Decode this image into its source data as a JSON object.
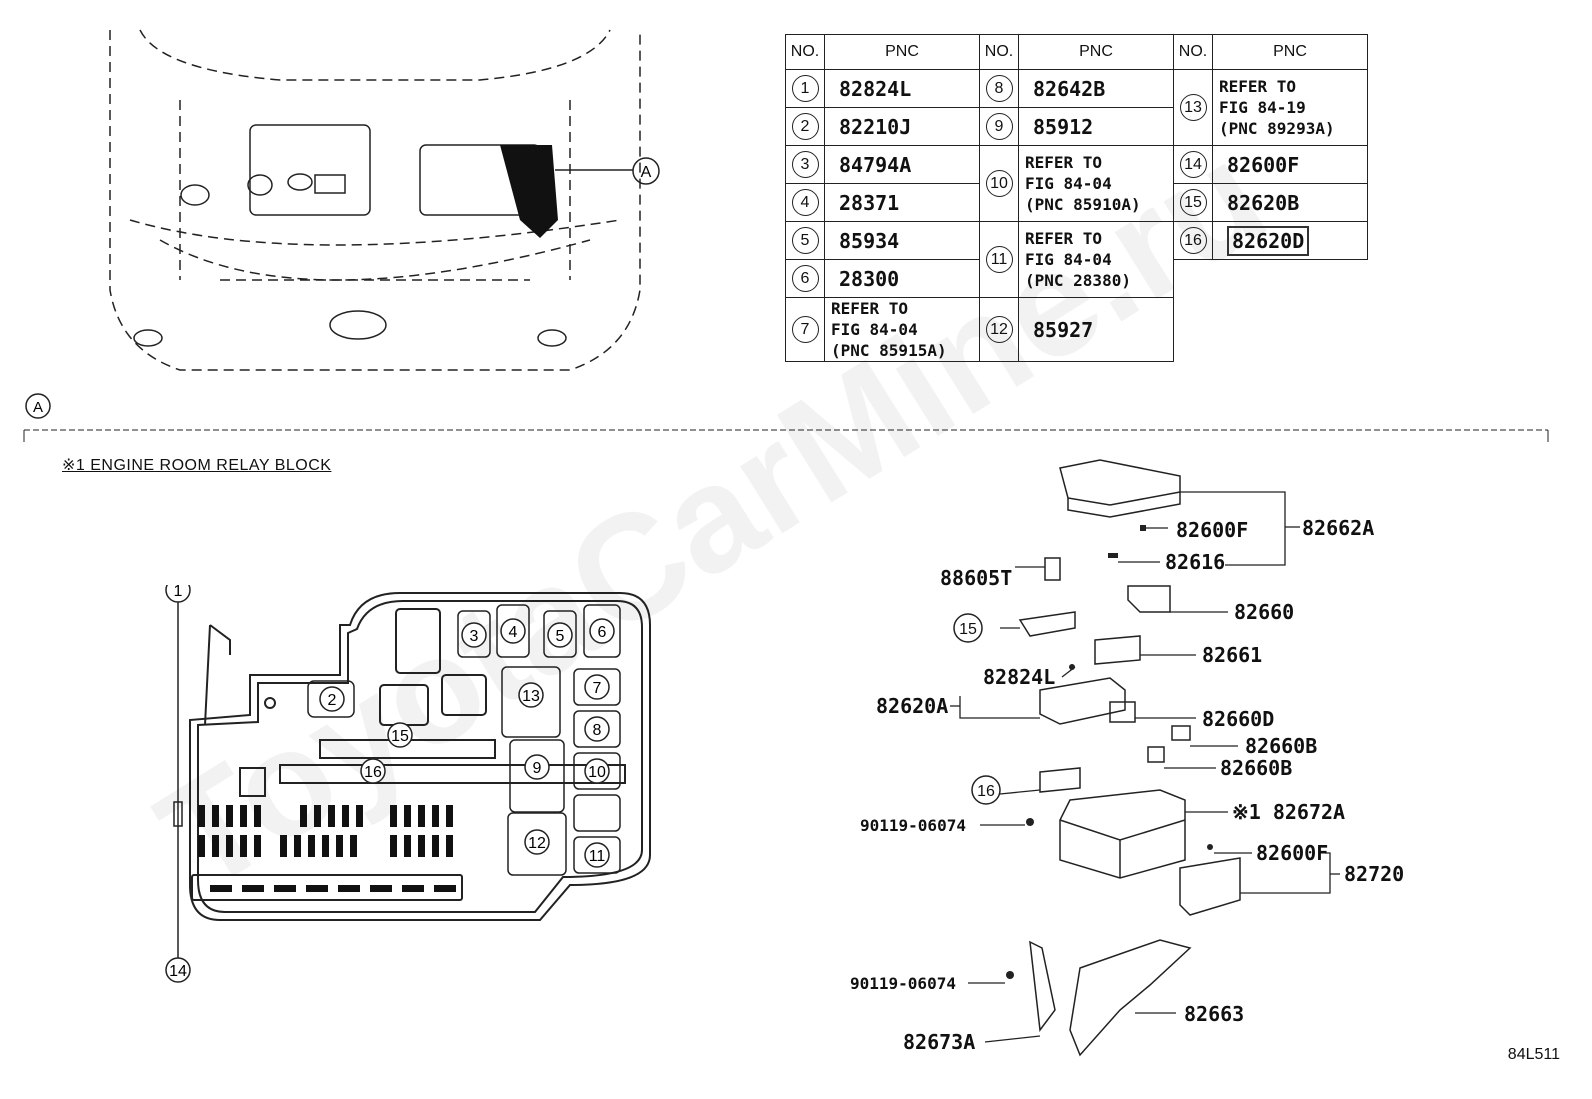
{
  "watermark": "ToyotaCarMine.ru",
  "view_ref": "A",
  "section_title": "※1 ENGINE ROOM RELAY BLOCK",
  "figure_code": "84L511",
  "table": {
    "headers": [
      "NO.",
      "PNC",
      "NO.",
      "PNC",
      "NO.",
      "PNC"
    ],
    "rows": [
      [
        {
          "no": "1",
          "pnc": "82824L"
        },
        {
          "no": "8",
          "pnc": "82642B"
        },
        {
          "no": "13",
          "pnc": "REFER TO\nFIG 84-19\n(PNC 89293A)",
          "span": 2
        }
      ],
      [
        {
          "no": "2",
          "pnc": "82210J"
        },
        {
          "no": "9",
          "pnc": "85912"
        }
      ],
      [
        {
          "no": "3",
          "pnc": "84794A"
        },
        {
          "no": "10",
          "pnc": "REFER TO\nFIG 84-04\n(PNC 85910A)",
          "span": 2
        },
        {
          "no": "14",
          "pnc": "82600F"
        }
      ],
      [
        {
          "no": "4",
          "pnc": "28371"
        },
        {
          "no": "15",
          "pnc": "82620B"
        }
      ],
      [
        {
          "no": "5",
          "pnc": "85934"
        },
        {
          "no": "11",
          "pnc": "REFER TO\nFIG 84-04\n(PNC 28380)",
          "span": 2
        },
        {
          "no": "16",
          "pnc": "82620D"
        }
      ],
      [
        {
          "no": "6",
          "pnc": "28300"
        }
      ],
      [
        {
          "no": "7",
          "pnc": "REFER TO\nFIG 84-04\n(PNC 85915A)",
          "span": 2
        },
        {
          "no": "12",
          "pnc": "85927"
        }
      ]
    ]
  },
  "relay_block_callouts": [
    "1",
    "2",
    "3",
    "4",
    "5",
    "6",
    "7",
    "8",
    "9",
    "10",
    "11",
    "12",
    "13",
    "14",
    "15",
    "16"
  ],
  "exploded_labels": {
    "l82662A": "82662A",
    "l82600F_top": "82600F",
    "l82616": "82616",
    "l88605T": "88605T",
    "l82660": "82660",
    "c15": "15",
    "l82661": "82661",
    "l82824L": "82824L",
    "l82620A": "82620A",
    "l82660D": "82660D",
    "l82660B_1": "82660B",
    "l82660B_2": "82660B",
    "c16": "16",
    "l82672A": "※1 82672A",
    "l90119_1": "90119-06074",
    "l82600F_bot": "82600F",
    "l82720": "82720",
    "l90119_2": "90119-06074",
    "l82663": "82663",
    "l82673A": "82673A"
  }
}
